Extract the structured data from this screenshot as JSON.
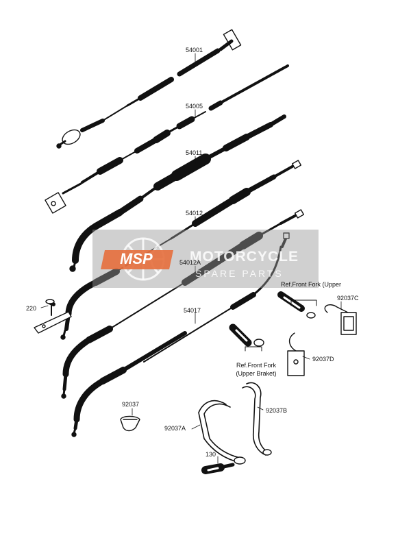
{
  "parts": {
    "p54001": "54001",
    "p54005": "54005",
    "p54011": "54011",
    "p54012": "54012",
    "p54012a": "54012A",
    "p54017": "54017",
    "p220": "220",
    "p92037": "92037",
    "p92037a": "92037A",
    "p92037b": "92037B",
    "p92037c": "92037C",
    "p92037d": "92037D",
    "p130": "130"
  },
  "refs": {
    "upper": "Ref.Front Fork (Upper",
    "bracket_line1": "Ref.Front Fork",
    "bracket_line2": "(Upper Braket)"
  },
  "watermark": {
    "logo": "MSP",
    "title": "MOTORCYCLE",
    "subtitle": "SPARE PARTS"
  }
}
